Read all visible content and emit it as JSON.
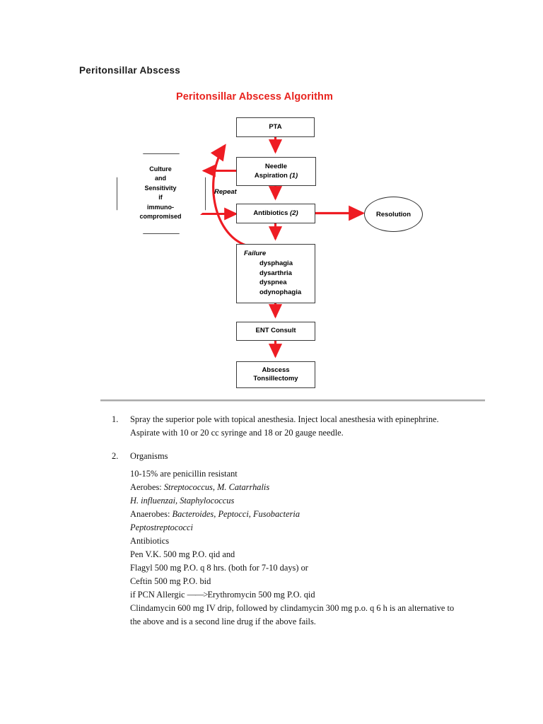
{
  "document": {
    "title": "Peritonsillar Abscess",
    "algorithm_title": "Peritonsillar Abscess Algorithm"
  },
  "colors": {
    "accent_red": "#e8241f",
    "arrow_red": "#ee1c23",
    "box_border": "#3a3a3a",
    "divider": "#a9a9a9"
  },
  "flowchart": {
    "nodes": {
      "pta": "PTA",
      "needle_aspiration_line1": "Needle",
      "needle_aspiration_line2": "Aspiration",
      "needle_aspiration_ref": "(1)",
      "antibiotics": "Antibiotics",
      "antibiotics_ref": "(2)",
      "culture_octagon": "Culture and Sensitivity if immuno-compromised",
      "culture_lines": [
        "Culture",
        "and",
        "Sensitivity",
        "if",
        "immuno-",
        "compromised"
      ],
      "resolution": "Resolution",
      "failure_header": "Failure",
      "failure_items": [
        "dysphagia",
        "dysarthria",
        "dyspnea",
        "odynophagia"
      ],
      "ent_consult": "ENT Consult",
      "abscess_tonsillectomy_line1": "Abscess",
      "abscess_tonsillectomy_line2": "Tonsillectomy"
    },
    "edges": {
      "repeat_label": "Repeat"
    }
  },
  "notes": {
    "item1": {
      "number": "1.",
      "text": "Spray the superior pole with topical anesthesia. Inject local anesthesia with epinephrine. Aspirate with 10 or 20 cc syringe and 18 or 20 gauge needle."
    },
    "item2": {
      "number": "2.",
      "text": "Organisms",
      "lines": {
        "l1": "10-15% are penicillin resistant",
        "l2_pre": "Aerobes: ",
        "l2_ital": "Streptococcus, M. Catarrhalis",
        "l3_ital": "H. influenzai, Staphylococcus",
        "l4_pre": "Anaerobes: ",
        "l4_ital": "Bacteroides, Peptocci, Fusobacteria",
        "l5_ital": "Peptostreptococci",
        "l6": "Antibiotics",
        "l7": "Pen V.K. 500 mg P.O. qid and",
        "l8": "Flagyl 500 mg P.O. q 8 hrs. (both for 7-10 days) or",
        "l9": "Ceftin 500 mg P.O. bid",
        "l10_pre": "if PCN Allergic ",
        "l10_arrow": "——>",
        "l10_post": "Erythromycin 500 mg P.O. qid",
        "l11": "Clindamycin 600 mg IV drip, followed by clindamycin 300 mg p.o. q 6 h is an alternative to the above and is a second line drug if the above fails."
      }
    }
  }
}
